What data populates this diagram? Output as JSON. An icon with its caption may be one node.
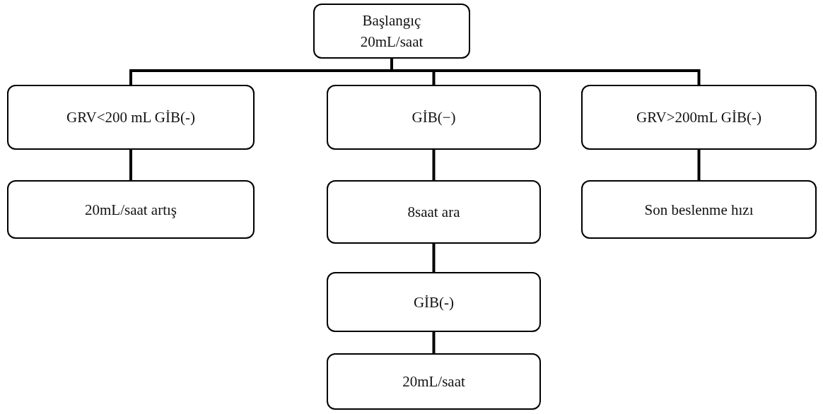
{
  "diagram": {
    "nodes": [
      {
        "text": [
          "Başlangıç 20mL/saat"
        ]
      },
      {
        "text": [
          "GRV<200 mL GİB(-)"
        ]
      },
      {
        "text": [
          "GİB(−)"
        ]
      },
      {
        "text": [
          "GRV>200mL GİB(-)"
        ]
      },
      {
        "text": [
          "20mL/saat artış"
        ]
      },
      {
        "text": [
          "8saat ara"
        ]
      },
      {
        "text": [
          "Son beslenme hızı"
        ]
      },
      {
        "text": [
          "GİB(-)"
        ]
      },
      {
        "text": [
          "20mL/saat"
        ]
      }
    ],
    "edges": [
      {
        "from": 0,
        "to": 1,
        "arrow": "none"
      },
      {
        "from": 0,
        "to": 2,
        "arrow": "none"
      },
      {
        "from": 0,
        "to": 3,
        "arrow": "none"
      },
      {
        "from": 1,
        "to": 4,
        "arrow": "none"
      },
      {
        "from": 2,
        "to": 5,
        "arrow": "none"
      },
      {
        "from": 3,
        "to": 6,
        "arrow": "none"
      },
      {
        "from": 5,
        "to": 7,
        "arrow": "none"
      },
      {
        "from": 7,
        "to": 8,
        "arrow": "none"
      }
    ]
  }
}
